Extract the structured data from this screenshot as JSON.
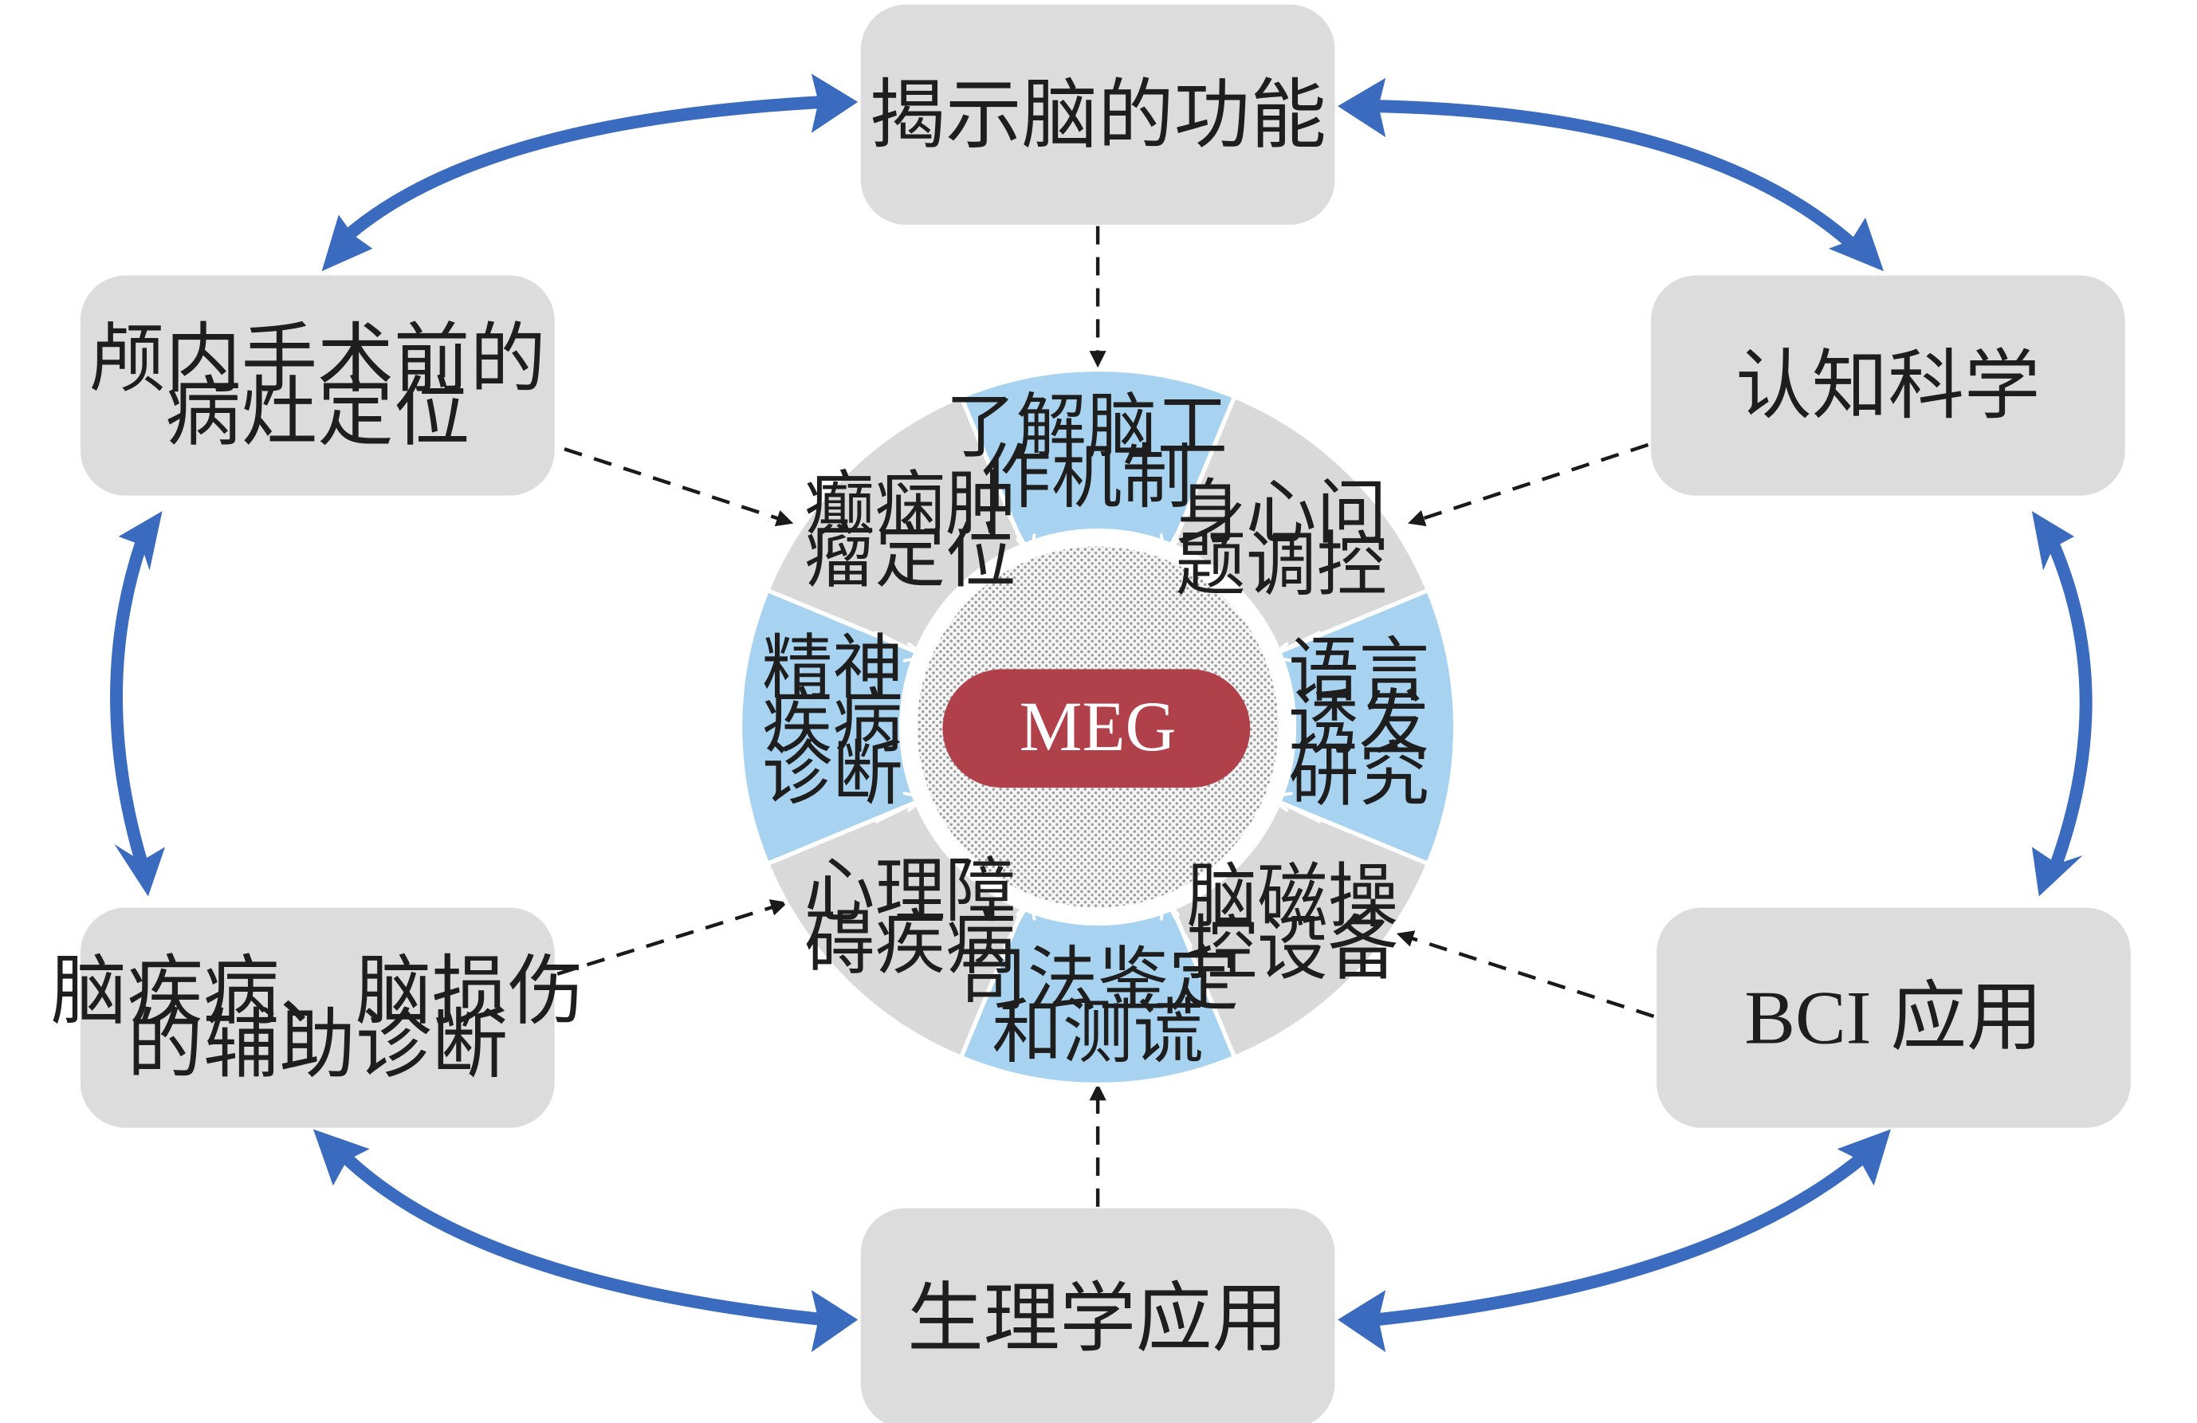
{
  "center": {
    "label": "MEG"
  },
  "outer_boxes": {
    "top": {
      "lines": [
        "揭示脑的功能"
      ]
    },
    "top_right": {
      "lines": [
        "认知科学"
      ]
    },
    "bottom_right": {
      "lines": [
        "BCI 应用"
      ]
    },
    "bottom": {
      "lines": [
        "生理学应用"
      ]
    },
    "bottom_left": {
      "lines": [
        "脑疾病、脑损伤",
        "的辅助诊断"
      ]
    },
    "top_left": {
      "lines": [
        "颅内手术前的",
        "病灶定位"
      ]
    }
  },
  "ring_segments": {
    "top": {
      "lines": [
        "了解脑工",
        "作机制"
      ]
    },
    "top_right": {
      "lines": [
        "身心问",
        "题调控"
      ]
    },
    "right": {
      "lines": [
        "语言",
        "诱发",
        "研究"
      ]
    },
    "bottom_right": {
      "lines": [
        "脑磁操",
        "控设备"
      ]
    },
    "bottom": {
      "lines": [
        "司法鉴定",
        "和测谎"
      ]
    },
    "bottom_left": {
      "lines": [
        "心理障",
        "碍疾病"
      ]
    },
    "left": {
      "lines": [
        "精神",
        "疾病",
        "诊断"
      ]
    },
    "top_left": {
      "lines": [
        "癫痫肿",
        "瘤定位"
      ]
    }
  },
  "colors": {
    "box_fill": "#dcdcdc",
    "segment_blue": "#a8d3f0",
    "segment_gray": "#d9d9d9",
    "meg_fill": "#b0404a",
    "arrow_blue": "#3a6bbf",
    "dashed_arrow": "#1a1a1a"
  }
}
